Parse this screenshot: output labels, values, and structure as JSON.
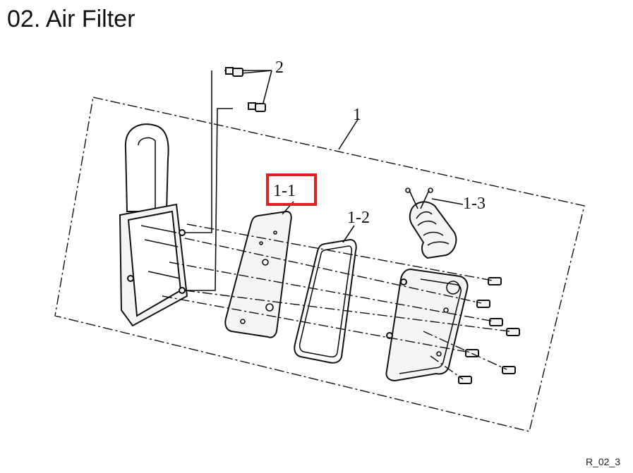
{
  "page_title": "02. Air Filter",
  "figure_code": "R_02_3",
  "callouts": {
    "assembly": "1",
    "element": "1-1",
    "gasket": "1-2",
    "intake_hose": "1-3",
    "bolts": "2"
  },
  "highlight_color": "#e31e24"
}
